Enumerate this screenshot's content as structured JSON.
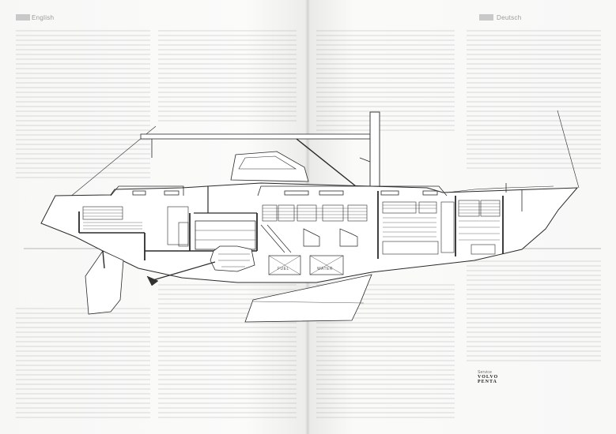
{
  "page": {
    "left_header": "English",
    "right_header": "Deutsch"
  },
  "drawing": {
    "tank_labels": [
      "FUEL",
      "WATER"
    ]
  },
  "brand": {
    "small_text": "Service",
    "logo_line1": "VOLVO",
    "logo_line2": "PENTA"
  }
}
